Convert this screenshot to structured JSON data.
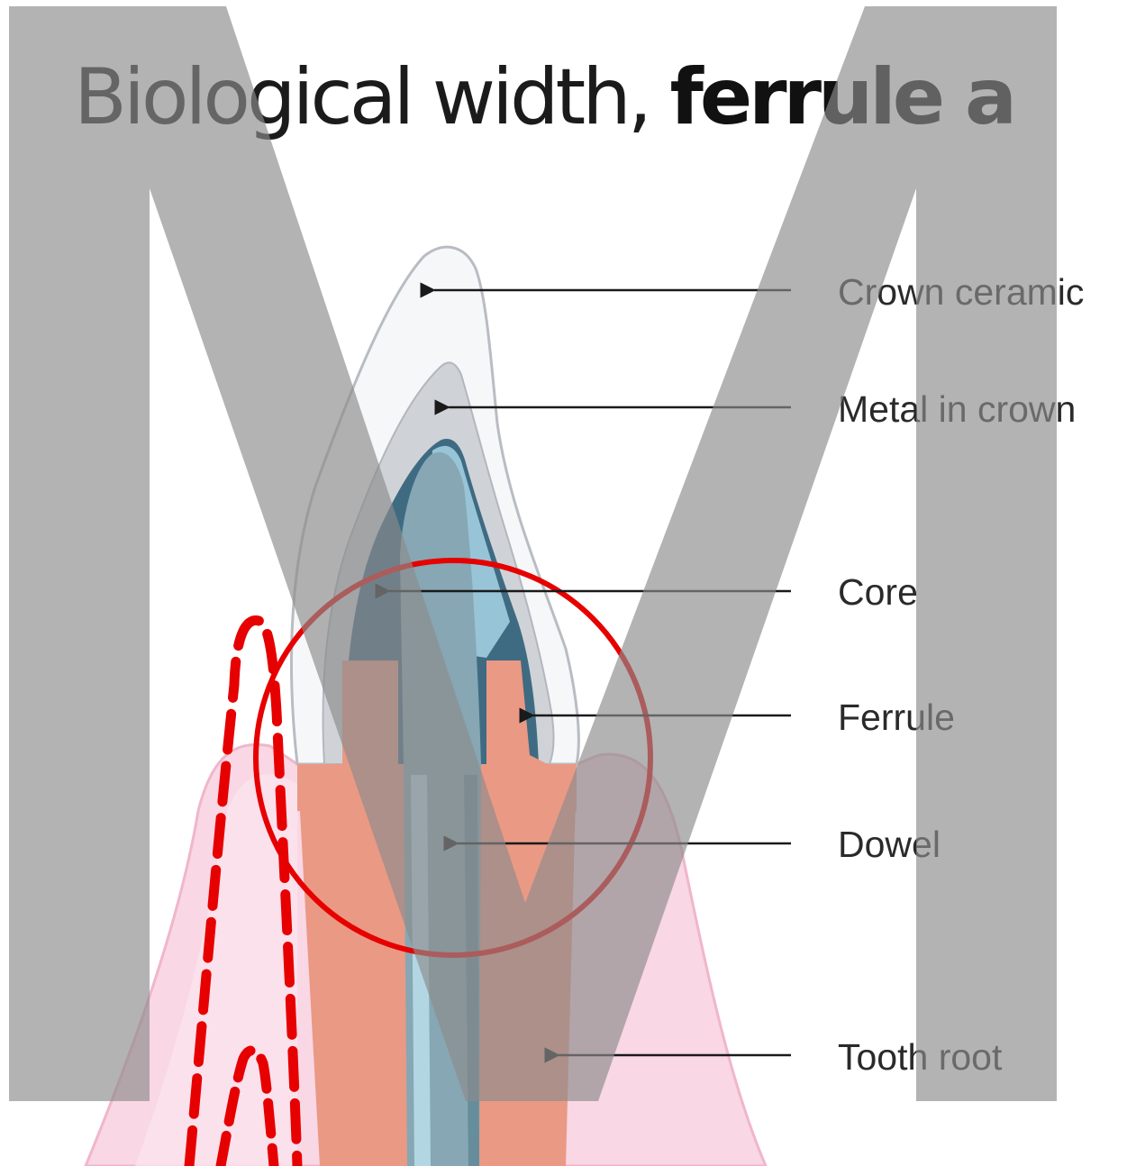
{
  "title": {
    "regular": "Biological width, ",
    "bold": "ferrule a"
  },
  "labels": {
    "crown_ceramic": "Crown ceramic",
    "metal_in_crown": "Metal in crown",
    "core": "Core",
    "ferrule": "Ferrule",
    "dowel": "Dowel",
    "tooth_root": "Tooth root"
  },
  "colors": {
    "gum": "#f9d7e5",
    "root": "#ea9985",
    "dowel": "#86a7b3",
    "core": "#3f6b82",
    "crown_ceramic": "#f6f7f9",
    "metal": "#cfd3d8",
    "highlight_red": "#e60000",
    "watermark": "#8c8c8c"
  }
}
